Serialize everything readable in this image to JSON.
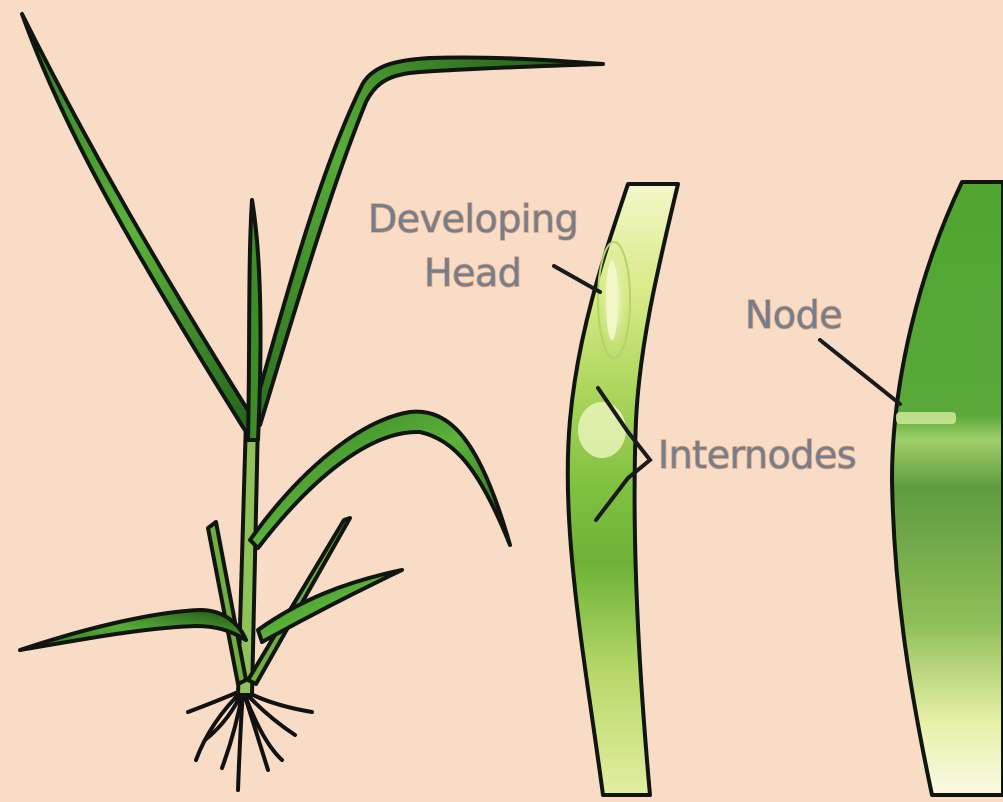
{
  "labels": {
    "developing_head_line1": "Developing",
    "developing_head_line2": "Head",
    "node": "Node",
    "internodes": "Internodes"
  },
  "colors": {
    "background": "#f8dcc6",
    "leaf_dark": "#1f5a1a",
    "leaf_green": "#3f9a2c",
    "leaf_light": "#7cc94b",
    "stem_pale": "#e6f0a8",
    "label_text": "#6f7f94",
    "label_halo": "#e9a070"
  }
}
